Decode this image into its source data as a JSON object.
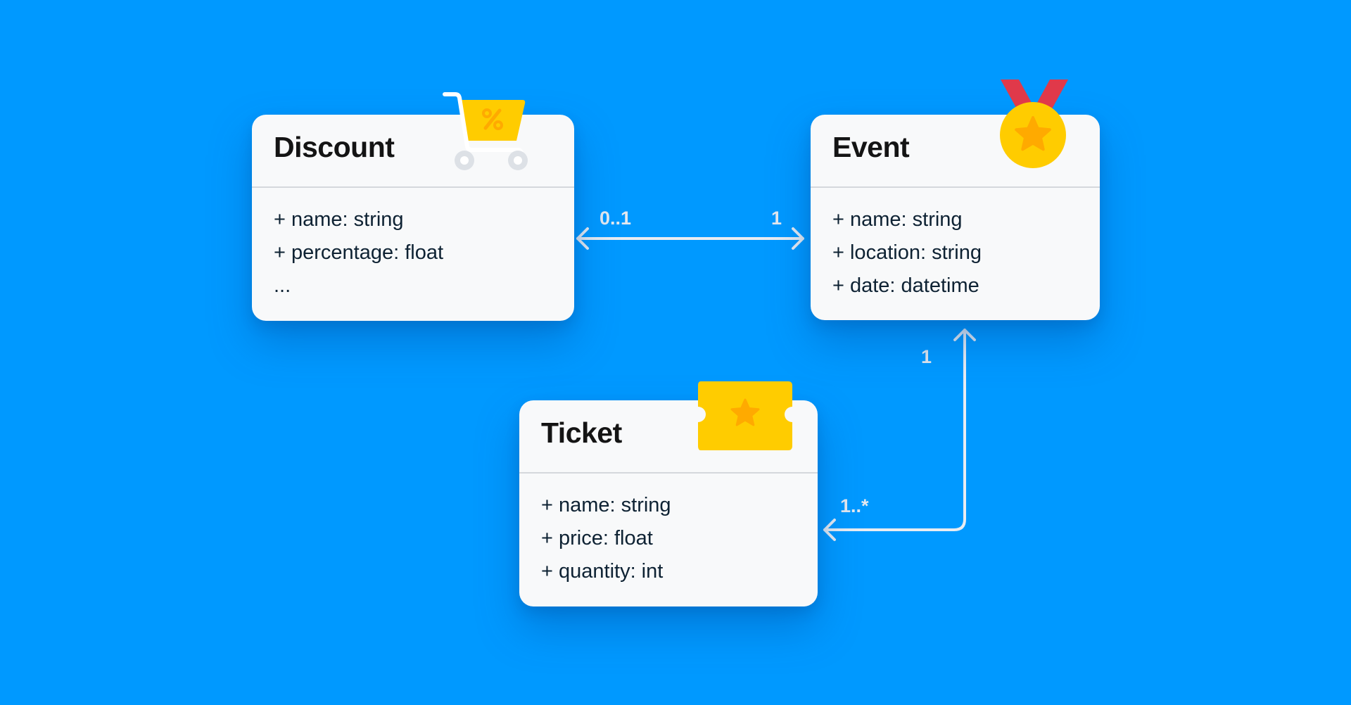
{
  "diagram": {
    "type": "UML class diagram",
    "background_color": "#0099ff",
    "classes": [
      {
        "name": "Discount",
        "icon": "shopping-cart-percent-icon",
        "attributes": [
          "+ name: string",
          "+ percentage: float",
          "..."
        ]
      },
      {
        "name": "Event",
        "icon": "medal-icon",
        "attributes": [
          "+ name: string",
          "+ location: string",
          "+ date: datetime"
        ]
      },
      {
        "name": "Ticket",
        "icon": "ticket-icon",
        "attributes": [
          "+ name: string",
          "+ price: float",
          "+ quantity: int"
        ]
      }
    ],
    "associations": [
      {
        "from": "Discount",
        "to": "Event",
        "from_multiplicity": "0..1",
        "to_multiplicity": "1",
        "direction": "bidirectional"
      },
      {
        "from": "Ticket",
        "to": "Event",
        "from_multiplicity": "1..*",
        "to_multiplicity": "1",
        "direction": "bidirectional"
      }
    ],
    "colors": {
      "card": "#f8f9fa",
      "title_text": "#141414",
      "attribute_text": "#0e2233",
      "connector": "#e3e8ef",
      "icon_yellow": "#ffcc00",
      "icon_orange": "#ffaa00",
      "ribbon_red": "#e0394a",
      "cart_frame": "#ffffff",
      "cart_wheel": "#dde1e6"
    }
  }
}
